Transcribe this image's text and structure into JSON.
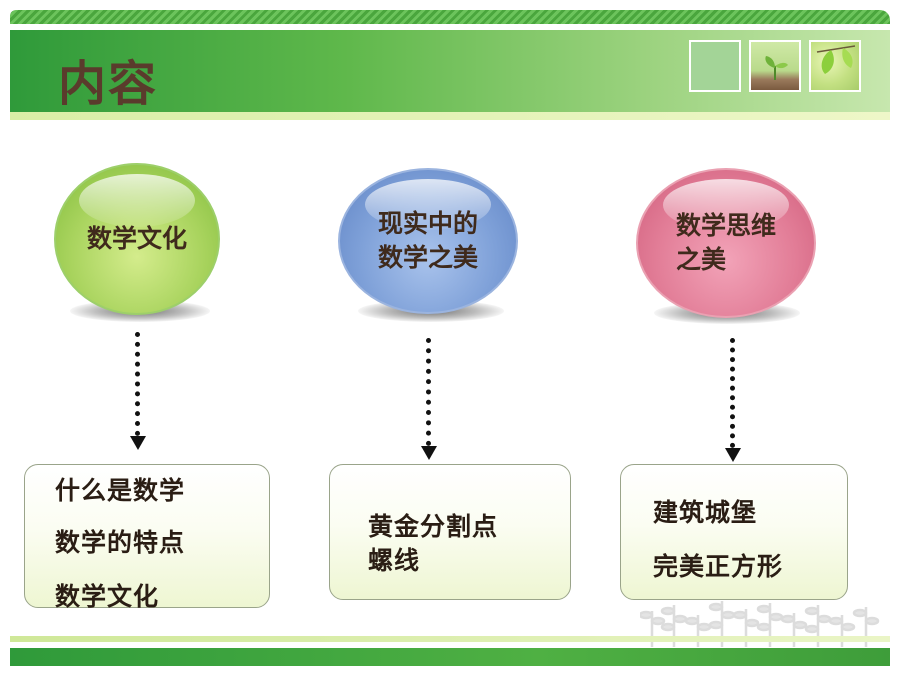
{
  "header": {
    "title": "内容"
  },
  "topics": [
    {
      "lines": [
        "数学文化"
      ],
      "color": "#a8d35d"
    },
    {
      "lines": [
        "现实中的",
        "数学之美"
      ],
      "color": "#7ea0d8"
    },
    {
      "lines": [
        "数学思维",
        "之美"
      ],
      "color": "#e27d97"
    }
  ],
  "boxes": [
    {
      "items": [
        "什么是数学",
        "数学的特点",
        "数学文化"
      ]
    },
    {
      "items": [
        "黄金分割点",
        "螺线"
      ]
    },
    {
      "items": [
        "建筑城堡",
        "完美正方形"
      ]
    }
  ],
  "decorations": {
    "thumbnails": [
      "blank-green-square",
      "sprout-photo",
      "leaf-photo"
    ],
    "footer_icon": "plant-silhouettes-icon"
  }
}
